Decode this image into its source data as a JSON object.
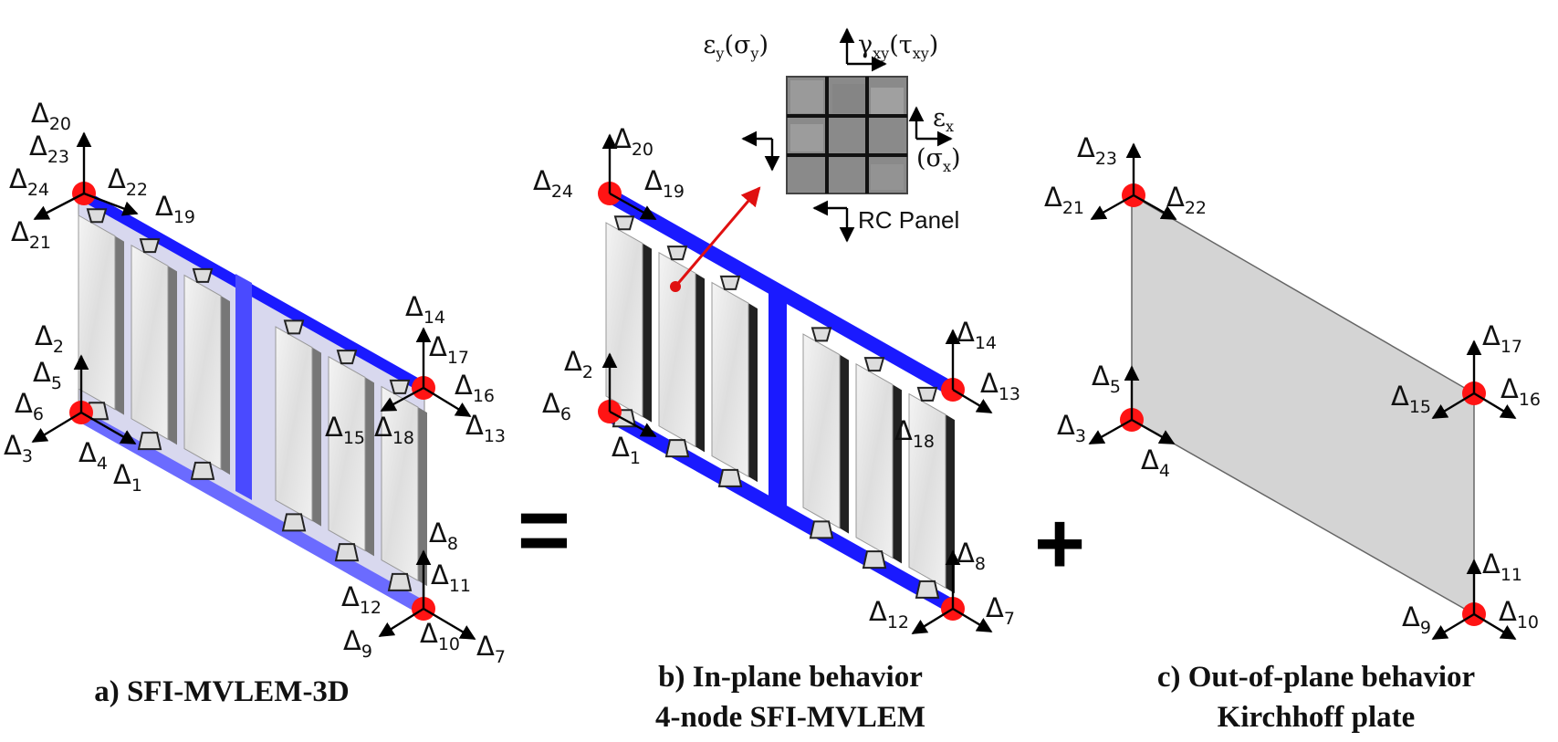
{
  "captions": {
    "a": "a) SFI-MVLEM-3D",
    "b_line1": "b) In-plane behavior",
    "b_line2": "4-node SFI-MVLEM",
    "c_line1": "c) Out-of-plane behavior",
    "c_line2": "Kirchhoff plate"
  },
  "operators": {
    "equals": "=",
    "plus": "+"
  },
  "inset": {
    "label": "RC Panel",
    "strain_y": "ε",
    "strain_y_sub": "y",
    "stress_y": "(σ",
    "stress_y_sub": "y",
    "stress_y_close": ")",
    "shear": "γ",
    "shear_sub": "xy",
    "shear_stress": "(τ",
    "shear_stress_sub": "xy",
    "shear_stress_close": ")",
    "strain_x": "ε",
    "strain_x_sub": "x",
    "stress_x": "(σ",
    "stress_x_sub": "x",
    "stress_x_close": ")"
  },
  "symbol": "Δ",
  "dofs": {
    "a": [
      "20",
      "23",
      "24",
      "22",
      "21",
      "19",
      "2",
      "5",
      "6",
      "3",
      "4",
      "1",
      "14",
      "17",
      "16",
      "15",
      "18",
      "13",
      "8",
      "11",
      "12",
      "9",
      "10",
      "7"
    ],
    "b": [
      "20",
      "24",
      "19",
      "2",
      "6",
      "1",
      "14",
      "13",
      "18",
      "8",
      "12",
      "7"
    ],
    "c": [
      "23",
      "21",
      "22",
      "5",
      "3",
      "4",
      "17",
      "15",
      "16",
      "11",
      "9",
      "10"
    ]
  },
  "colors": {
    "beam": "#1a1aff",
    "node": "#ff1414",
    "plate": "#d4d4d4",
    "panel": "#e8e8e8",
    "inset": "#8a8a8a"
  }
}
